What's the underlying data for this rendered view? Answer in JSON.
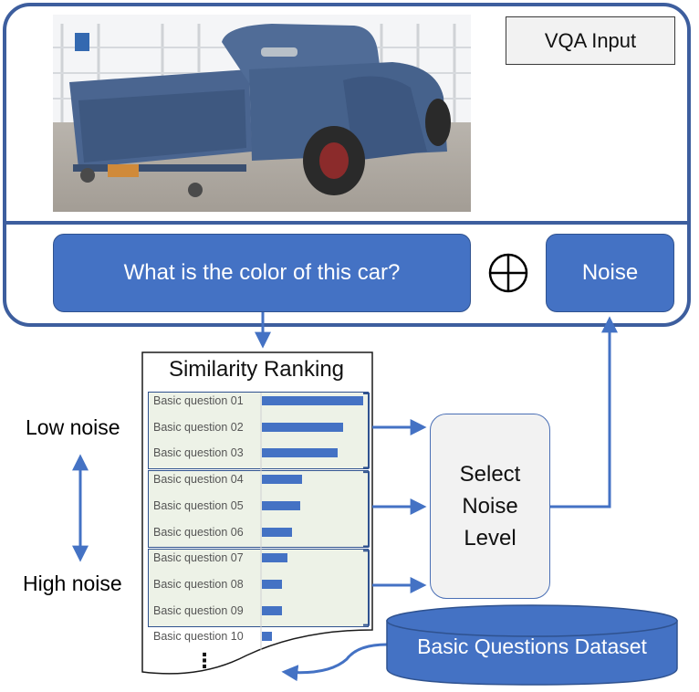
{
  "vqa_input": {
    "label": "VQA Input",
    "image": "blue-vintage-pickup-truck",
    "question": "What is the color of this car?",
    "combine_symbol": "oplus-icon",
    "noise_label": "Noise"
  },
  "ranking": {
    "title": "Similarity Ranking",
    "rows": [
      {
        "label": "Basic question 01",
        "score": 1.0
      },
      {
        "label": "Basic question 02",
        "score": 0.8
      },
      {
        "label": "Basic question 03",
        "score": 0.75
      },
      {
        "label": "Basic question 04",
        "score": 0.4
      },
      {
        "label": "Basic question 05",
        "score": 0.38
      },
      {
        "label": "Basic question 06",
        "score": 0.3
      },
      {
        "label": "Basic question 07",
        "score": 0.25
      },
      {
        "label": "Basic question 08",
        "score": 0.2
      },
      {
        "label": "Basic question 09",
        "score": 0.2
      },
      {
        "label": "Basic question 10",
        "score": 0.1
      }
    ],
    "more": "⋮",
    "groups": [
      [
        0,
        2
      ],
      [
        3,
        5
      ],
      [
        6,
        8
      ]
    ]
  },
  "noise_scale": {
    "low": "Low noise",
    "high": "High noise"
  },
  "selector": {
    "lines": [
      "Select",
      "Noise",
      "Level"
    ]
  },
  "dataset": {
    "label": "Basic Questions Dataset"
  },
  "colors": {
    "accent": "#4472c4",
    "frame": "#3d5e9e",
    "group_fill": "#edf2e7"
  }
}
